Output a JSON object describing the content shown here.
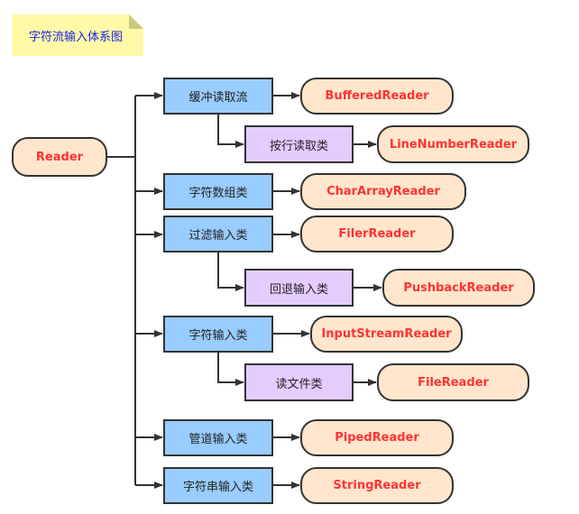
{
  "note": {
    "title": "字符流输入体系图"
  },
  "colors": {
    "line": "#333333",
    "class_fill": "#ffe6cc",
    "class_text": "#ff3333",
    "category_fill": "#99ccff",
    "subcategory_fill": "#e5ccff",
    "note_fill": "#fffaa8",
    "note_text": "#1e22e6"
  },
  "root": {
    "label": "Reader"
  },
  "categories": [
    {
      "label": "缓冲读取流",
      "class": "BufferedReader",
      "sub": {
        "label": "按行读取类",
        "class": "LineNumberReader"
      }
    },
    {
      "label": "字符数组类",
      "class": "CharArrayReader"
    },
    {
      "label": "过滤输入类",
      "class": "FilerReader",
      "sub": {
        "label": "回退输入类",
        "class": "PushbackReader"
      }
    },
    {
      "label": "字符输入类",
      "class": "InputStreamReader",
      "sub": {
        "label": "读文件类",
        "class": "FileReader"
      }
    },
    {
      "label": "管道输入类",
      "class": "PipedReader"
    },
    {
      "label": "字符串输入类",
      "class": "StringReader"
    }
  ]
}
